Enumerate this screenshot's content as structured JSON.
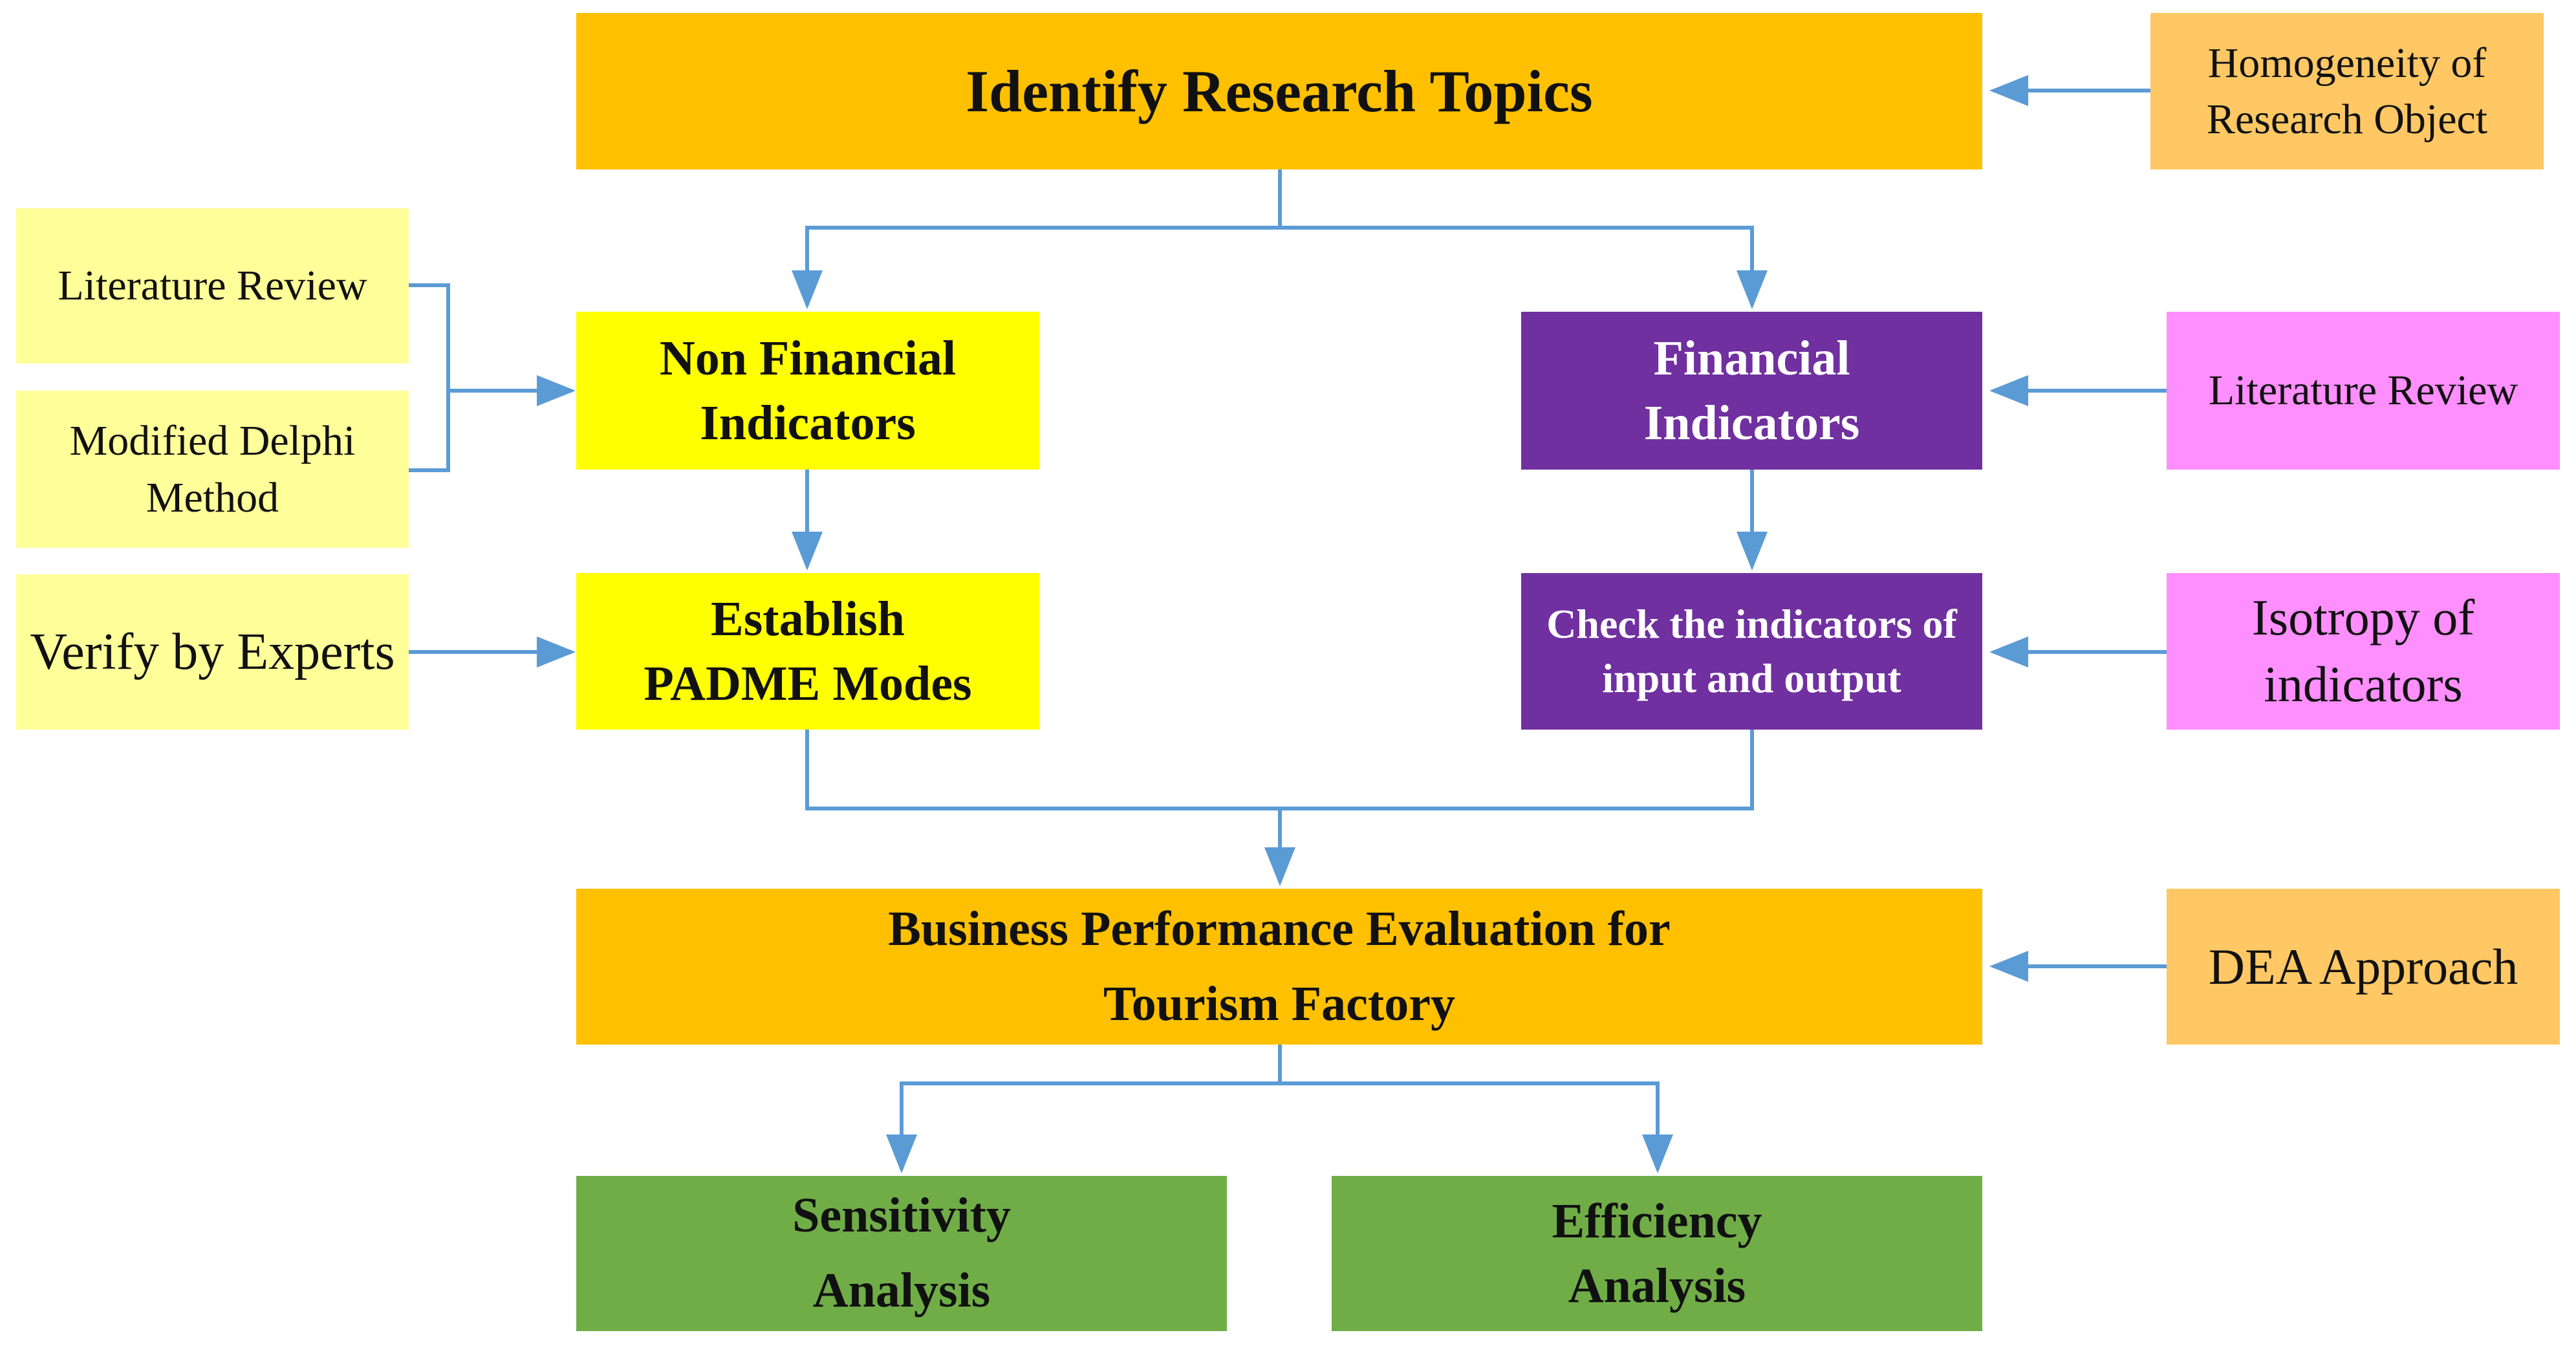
{
  "colors": {
    "orange": "#FFC000",
    "light_orange": "#FFC864",
    "yellow": "#FFFF00",
    "pale_yellow": "#FFFF99",
    "purple": "#7030A0",
    "pink": "#FF8EFF",
    "green": "#70AD47",
    "arrow": "#5B9BD5"
  },
  "nodes": {
    "identify_topics": "Identify Research Topics",
    "homogeneity": "Homogeneity of\nResearch Object",
    "lit_review_left": "Literature Review",
    "modified_delphi": "Modified Delphi\nMethod",
    "verify_experts": "Verify by Experts",
    "non_financial": "Non Financial\nIndicators",
    "establish_padme": "Establish\nPADME Modes",
    "financial": "Financial\nIndicators",
    "check_indicators": "Check the indicators of\ninput and output",
    "lit_review_right": "Literature Review",
    "isotropy": "Isotropy of\nindicators",
    "business_eval": "Business Performance Evaluation for\nTourism Factory",
    "dea": "DEA Approach",
    "sensitivity": "Sensitivity\nAnalysis",
    "efficiency": "Efficiency\nAnalysis"
  }
}
